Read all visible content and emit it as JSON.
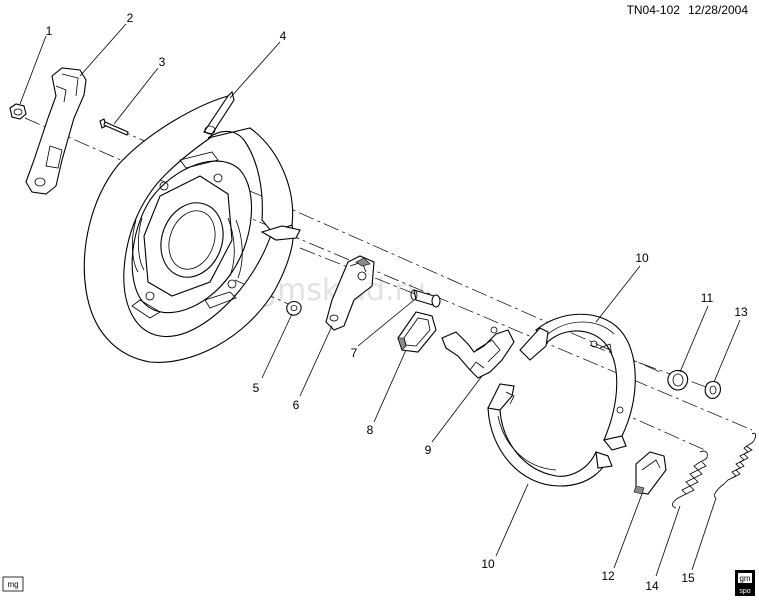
{
  "header": {
    "code": "TN04-102",
    "date": "12/28/2004"
  },
  "watermark": "gmsklad.ru",
  "corner_left": "mg",
  "corner_right": {
    "line1": "gm",
    "line2": "spo"
  },
  "callouts": [
    {
      "id": "c1",
      "text": "1"
    },
    {
      "id": "c2",
      "text": "2"
    },
    {
      "id": "c3",
      "text": "3"
    },
    {
      "id": "c4",
      "text": "4"
    },
    {
      "id": "c5",
      "text": "5"
    },
    {
      "id": "c6",
      "text": "6"
    },
    {
      "id": "c7",
      "text": "7"
    },
    {
      "id": "c8",
      "text": "8"
    },
    {
      "id": "c9",
      "text": "9"
    },
    {
      "id": "c10a",
      "text": "10"
    },
    {
      "id": "c10b",
      "text": "10"
    },
    {
      "id": "c11",
      "text": "11"
    },
    {
      "id": "c12",
      "text": "12"
    },
    {
      "id": "c13",
      "text": "13"
    },
    {
      "id": "c14",
      "text": "14"
    },
    {
      "id": "c15",
      "text": "15"
    }
  ]
}
